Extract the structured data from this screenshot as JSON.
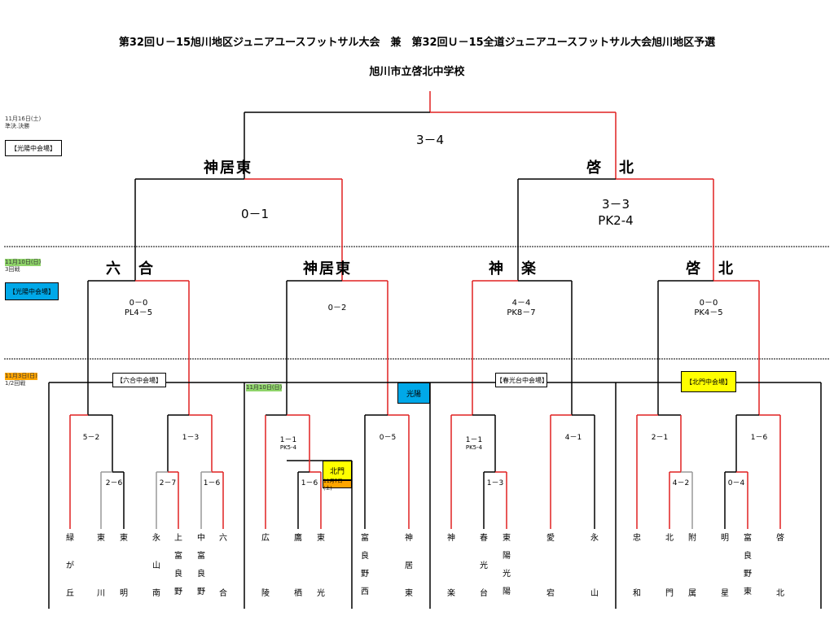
{
  "title": "第32回Ｕ－15旭川地区ジュニアユースフットサル大会　兼　第32回Ｕ－15全道ジュニアユースフットサル大会旭川地区予選",
  "champion": "旭川市立啓北中学校",
  "rounds": {
    "final": {
      "notes": [
        "11月16日(土)",
        "準決.決勝"
      ],
      "venue": "【光陽中会場】"
    },
    "round3": {
      "notes": [
        "11月10日(日)",
        "3回戦"
      ],
      "venue": "【光陽中会場】"
    },
    "round1": {
      "notes": [
        "11月3日(日)",
        "1/2回戦"
      ]
    },
    "round1b": {
      "notes": [
        "11月10日(日)"
      ]
    }
  },
  "final_score": "3－4",
  "semis": {
    "left": {
      "team": "神居東",
      "score": "0－1"
    },
    "right": {
      "team": "啓　北",
      "score": "3－3",
      "pk": "PK2-4"
    }
  },
  "quarters": [
    {
      "team": "六　合",
      "score": "0－0",
      "pk": "PL4－5"
    },
    {
      "team": "神居東",
      "score": "0－2",
      "pk": ""
    },
    {
      "team": "神　楽",
      "score": "4－4",
      "pk": "PK8－7"
    },
    {
      "team": "啓　北",
      "score": "0－0",
      "pk": "PK4－5"
    }
  ],
  "venues": {
    "rokugo": "【六合中会場】",
    "koyo": "光陽",
    "shunkodai": "【春光台中会場】",
    "hokumon": "【北門中会場】",
    "hokumon2": "北門",
    "hokumon2_date": "11月7日(土)"
  },
  "r2_scores": [
    "5－2",
    "1－3",
    "1－1",
    "PK5-4",
    "0－5",
    "1－1",
    "PK5-4",
    "4－1",
    "2－1",
    "1－6"
  ],
  "r1_scores": [
    "2－6",
    "2－7",
    "1－6",
    "1－6",
    "1－3",
    "4－2",
    "0－4"
  ],
  "teams": [
    [
      "緑",
      "が",
      "丘"
    ],
    [
      "東",
      "",
      "川"
    ],
    [
      "東",
      "",
      "明"
    ],
    [
      "永",
      "山",
      "南"
    ],
    [
      "上",
      "富",
      "良",
      "野"
    ],
    [
      "中",
      "富",
      "良",
      "野"
    ],
    [
      "六",
      "",
      "合"
    ],
    [
      "広",
      "",
      "陵"
    ],
    [
      "鷹",
      "",
      "栖"
    ],
    [
      "東",
      "",
      "光"
    ],
    [
      "富",
      "良",
      "野",
      "西"
    ],
    [
      "神",
      "居",
      "東"
    ],
    [
      "神",
      "",
      "楽"
    ],
    [
      "春",
      "光",
      "台"
    ],
    [
      "東",
      "陽",
      "光",
      "陽"
    ],
    [
      "愛",
      "",
      "宕"
    ],
    [
      "永",
      "",
      "山"
    ],
    [
      "忠",
      "",
      "和"
    ],
    [
      "北",
      "",
      "門"
    ],
    [
      "附",
      "",
      "属"
    ],
    [
      "明",
      "",
      "星"
    ],
    [
      "富",
      "良",
      "野",
      "東"
    ],
    [
      "啓",
      "",
      "北"
    ]
  ],
  "colors": {
    "winner": "#e02020",
    "line": "#000000",
    "green": "#8fd46a",
    "blue": "#00a8e8",
    "yellow": "#ffff00",
    "orange": "#ffa500",
    "gray": "#999999"
  }
}
